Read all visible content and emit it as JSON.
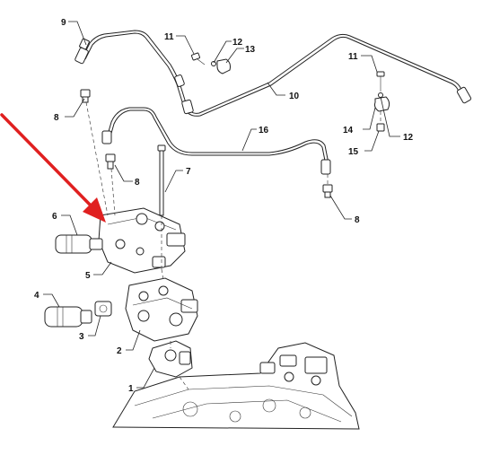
{
  "callouts": {
    "c1": "1",
    "c2": "2",
    "c3": "3",
    "c4": "4",
    "c5": "5",
    "c6": "6",
    "c7": "7",
    "c8a": "8",
    "c8b": "8",
    "c8c": "8",
    "c9": "9",
    "c10": "10",
    "c11a": "11",
    "c11b": "11",
    "c12a": "12",
    "c12b": "12",
    "c13": "13",
    "c14": "14",
    "c15": "15",
    "c16": "16"
  },
  "colors": {
    "line": "#222222",
    "arrow": "#e02020",
    "background": "#ffffff"
  }
}
